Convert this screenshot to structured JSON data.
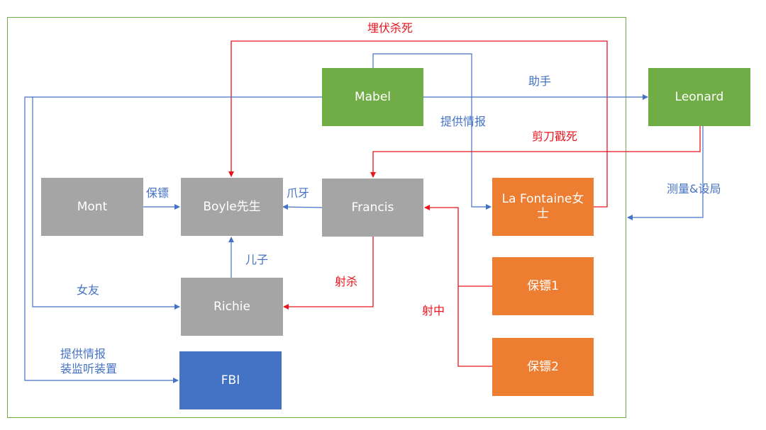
{
  "colors": {
    "frame": "#70ad47",
    "green_node": "#70ad47",
    "gray_node": "#a5a5a5",
    "orange_node": "#ed7d31",
    "blue_node": "#4472c4",
    "blue_line": "#4472c4",
    "red_line": "#e8141e"
  },
  "nodes": {
    "mabel": {
      "label": "Mabel",
      "color": "green"
    },
    "leonard": {
      "label": "Leonard",
      "color": "green"
    },
    "mont": {
      "label": "Mont",
      "color": "gray"
    },
    "boyle": {
      "label": "Boyle先生",
      "color": "gray"
    },
    "francis": {
      "label": "Francis",
      "color": "gray"
    },
    "lafontaine": {
      "label": "La Fontaine女士",
      "color": "orange"
    },
    "richie": {
      "label": "Richie",
      "color": "gray"
    },
    "bodyguard1": {
      "label": "保镖1",
      "color": "orange"
    },
    "bodyguard2": {
      "label": "保镖2",
      "color": "orange"
    },
    "fbi": {
      "label": "FBI",
      "color": "blue"
    }
  },
  "edges": [
    {
      "id": "ambush",
      "from": "La Fontaine女士",
      "to": "Boyle先生",
      "label": "埋伏杀死",
      "color": "red"
    },
    {
      "id": "assistant",
      "from": "Mabel",
      "to": "Leonard",
      "label": "助手",
      "color": "blue"
    },
    {
      "id": "intel-lafontaine",
      "from": "Mabel",
      "to": "La Fontaine女士",
      "label": "提供情报",
      "color": "blue"
    },
    {
      "id": "scissors",
      "from": "Leonard",
      "to": "Francis",
      "label": "剪刀戳死",
      "color": "red"
    },
    {
      "id": "measure",
      "from": "Leonard",
      "to": "frame",
      "label": "测量&设局",
      "color": "blue"
    },
    {
      "id": "bodyguard",
      "from": "Mont",
      "to": "Boyle先生",
      "label": "保镖",
      "color": "blue"
    },
    {
      "id": "henchman",
      "from": "Francis",
      "to": "Boyle先生",
      "label": "爪牙",
      "color": "blue"
    },
    {
      "id": "son",
      "from": "Richie",
      "to": "Boyle先生",
      "label": "儿子",
      "color": "blue"
    },
    {
      "id": "shot-kill",
      "from": "Francis",
      "to": "Richie",
      "label": "射杀",
      "color": "red"
    },
    {
      "id": "shot-hit",
      "from": "保镖1 / 保镖2",
      "to": "Francis",
      "label": "射中",
      "color": "red"
    },
    {
      "id": "girlfriend",
      "from": "Mabel",
      "to": "Richie",
      "label": "女友",
      "color": "blue"
    },
    {
      "id": "intel-fbi",
      "from": "Mabel",
      "to": "FBI",
      "label": "提供情报\n装监听装置",
      "color": "blue"
    }
  ],
  "labels": {
    "ambush": "埋伏杀死",
    "assistant": "助手",
    "intel_lafontaine": "提供情报",
    "scissors": "剪刀戳死",
    "measure": "测量&设局",
    "bodyguard": "保镖",
    "henchman": "爪牙",
    "son": "儿子",
    "shot_kill": "射杀",
    "shot_hit": "射中",
    "girlfriend": "女友",
    "intel_fbi_line1": "提供情报",
    "intel_fbi_line2": "装监听装置"
  }
}
